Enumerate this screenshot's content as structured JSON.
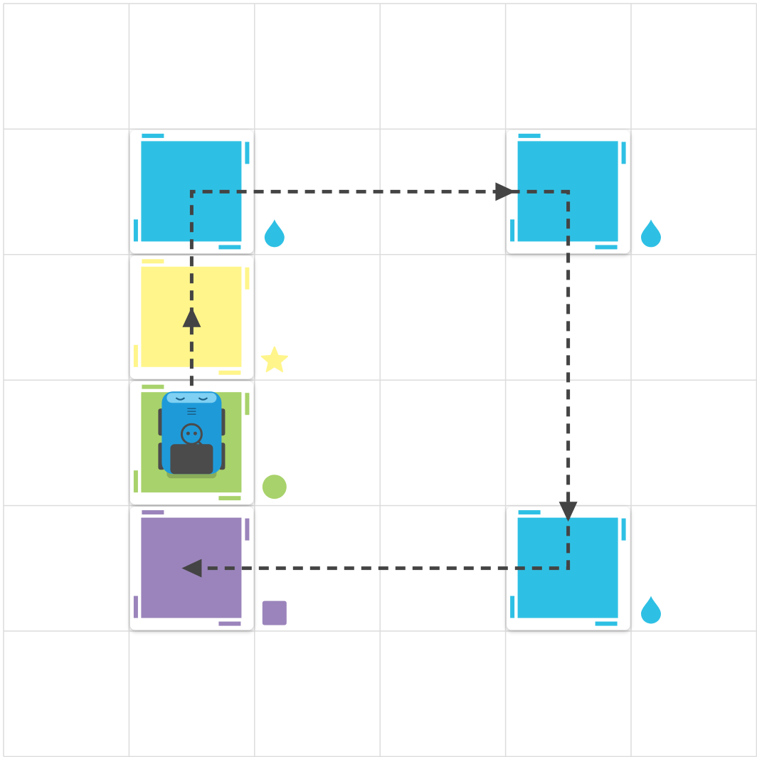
{
  "board": {
    "rows": 6,
    "cols": 6,
    "grid_color": "#dcdcdc",
    "background": "#ffffff"
  },
  "colors": {
    "blue": "#2ec0e4",
    "yellow": "#fff58b",
    "green": "#a8d26b",
    "purple": "#9b84bb",
    "path": "#444444",
    "robot_body": "#1f9ad9",
    "robot_dark": "#4b4b4b"
  },
  "tiles": [
    {
      "name": "tile-blue-top-left",
      "row": 1,
      "col": 1,
      "color": "blue",
      "symbol": "drop-icon"
    },
    {
      "name": "tile-yellow",
      "row": 2,
      "col": 1,
      "color": "yellow",
      "symbol": "star-icon"
    },
    {
      "name": "tile-green",
      "row": 3,
      "col": 1,
      "color": "green",
      "symbol": "circle-icon"
    },
    {
      "name": "tile-purple",
      "row": 4,
      "col": 1,
      "color": "purple",
      "symbol": "square-icon"
    },
    {
      "name": "tile-blue-top-right",
      "row": 1,
      "col": 4,
      "color": "blue",
      "symbol": "drop-icon"
    },
    {
      "name": "tile-blue-bottom-right",
      "row": 4,
      "col": 4,
      "color": "blue",
      "symbol": "drop-icon"
    }
  ],
  "robot": {
    "row": 3,
    "col": 1,
    "facing": "up",
    "icon": "robot-icon"
  },
  "path": {
    "waypoints": [
      [
        3,
        1
      ],
      [
        1,
        1
      ],
      [
        1,
        4
      ],
      [
        4,
        4
      ],
      [
        4,
        1
      ]
    ],
    "arrows": [
      {
        "row": 2,
        "col": 1,
        "dir": "up"
      },
      {
        "row": 1,
        "col": 3,
        "dir": "right",
        "offset": 0.5
      },
      {
        "row": 4,
        "col": 4,
        "dir": "down",
        "offset": -0.45
      },
      {
        "row": 4,
        "col": 1,
        "dir": "left"
      }
    ]
  }
}
